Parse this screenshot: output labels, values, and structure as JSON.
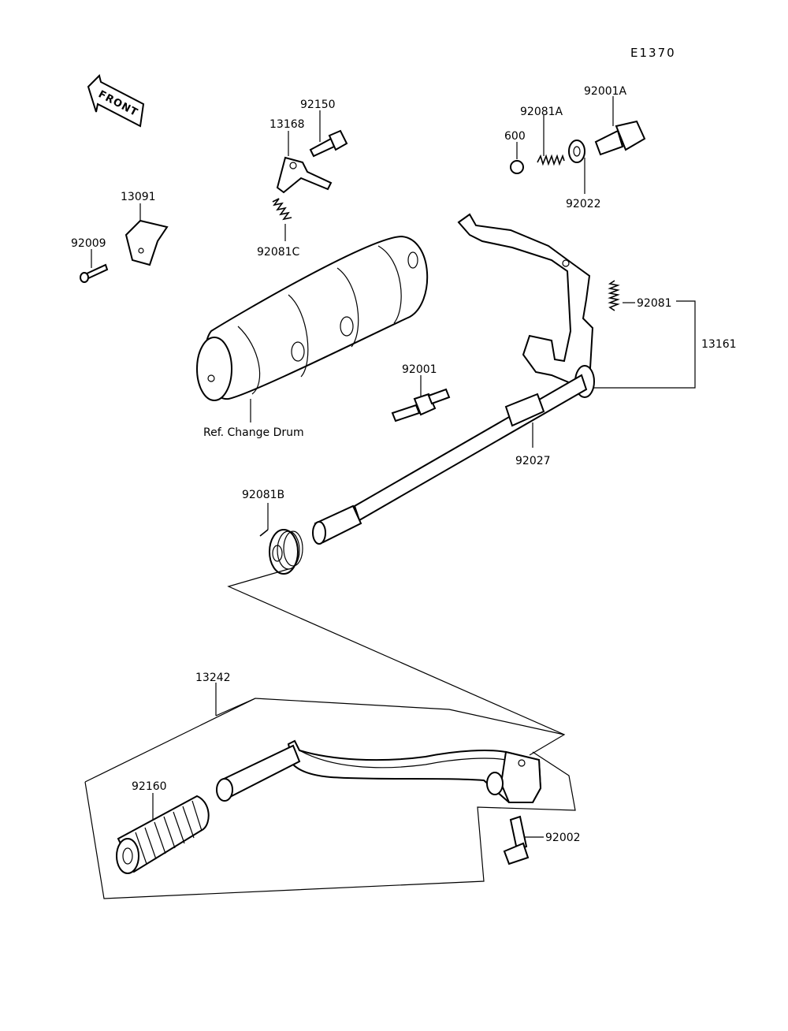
{
  "diagram_code": "E1370",
  "front_label": "FRONT",
  "reference_label": "Ref. Change Drum",
  "parts": {
    "p13091": "13091",
    "p92009": "92009",
    "p13168": "13168",
    "p92150": "92150",
    "p92081C": "92081C",
    "p92001A": "92001A",
    "p92081A": "92081A",
    "p600": "600",
    "p92022": "92022",
    "p92081": "92081",
    "p13161": "13161",
    "p92001": "92001",
    "p92027": "92027",
    "p92081B": "92081B",
    "p13242": "13242",
    "p92160": "92160",
    "p92002": "92002"
  }
}
